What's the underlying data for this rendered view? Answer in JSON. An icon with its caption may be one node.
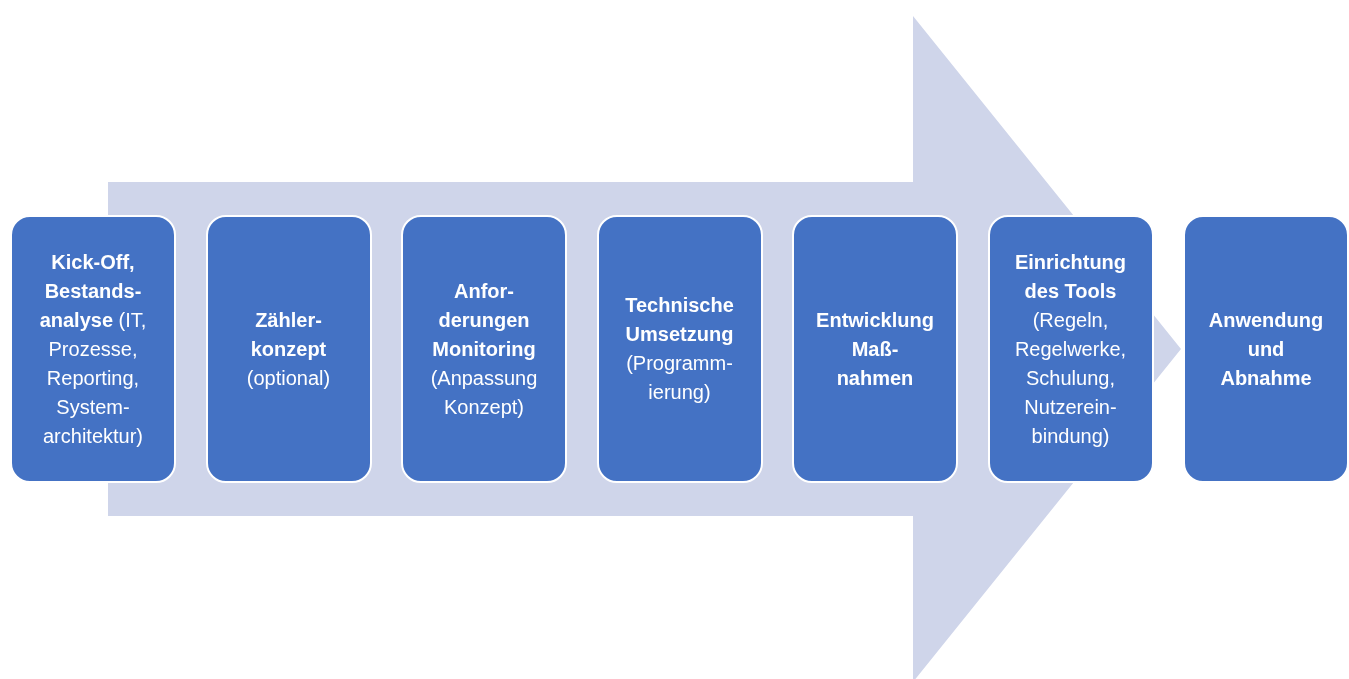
{
  "diagram": {
    "nodes": [
      {
        "text": [
          "Kick-Off, Bestands- analyse",
          "(IT, Prozesse, Reporting, System- architektur)"
        ]
      },
      {
        "text": [
          "Zähler- konzept",
          "(optional)"
        ]
      },
      {
        "text": [
          "Anfor- derungen Monitoring",
          "(Anpassung Konzept)"
        ]
      },
      {
        "text": [
          "Technische Umsetzung",
          "(Programm- ierung)"
        ]
      },
      {
        "text": [
          "Entwicklung Maß- nahmen"
        ]
      },
      {
        "text": [
          "Einrichtung des Tools",
          "(Regeln, Regelwerke, Schulung, Nutzerein- bindung)"
        ]
      },
      {
        "text": [
          "Anwendung und Abnahme"
        ]
      }
    ],
    "edges": [
      {
        "from": 0,
        "to": 6,
        "arrow": "to"
      }
    ]
  }
}
